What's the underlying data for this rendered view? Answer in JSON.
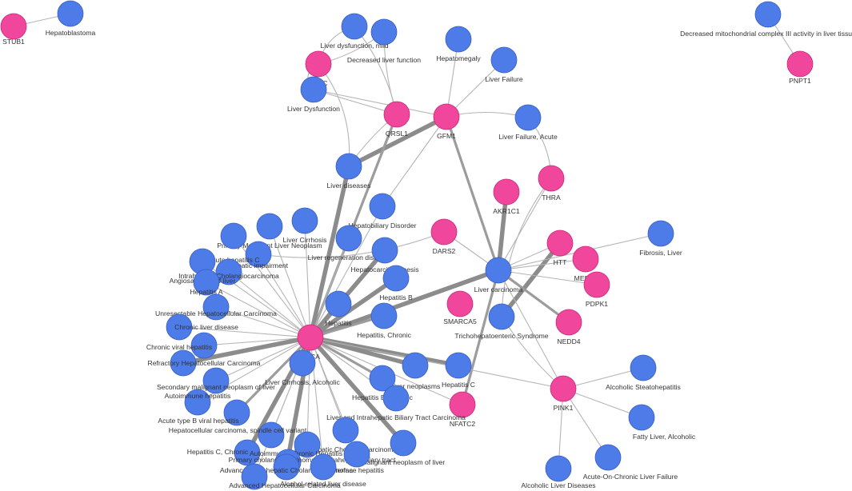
{
  "palette": {
    "gene": "#f0479c",
    "disease": "#4d7be8",
    "edge": "#b5b5b5"
  },
  "nodes": [
    {
      "id": "STUB1",
      "label": "STUB1",
      "type": "gene"
    },
    {
      "id": "Hepatoblastoma",
      "label": "Hepatoblastoma",
      "type": "disease"
    },
    {
      "id": "DecMito",
      "label": "Decreased mitochondrial complex III activity in liver tissue",
      "type": "disease"
    },
    {
      "id": "PNPT1",
      "label": "PNPT1",
      "type": "gene"
    },
    {
      "id": "LiverDysMild",
      "label": "Liver dysfunction, mild",
      "type": "disease"
    },
    {
      "id": "DecLiverFunc",
      "label": "Decreased liver function",
      "type": "disease"
    },
    {
      "id": "GATC",
      "label": "GATC",
      "type": "gene"
    },
    {
      "id": "LiverDys",
      "label": "Liver Dysfunction",
      "type": "disease"
    },
    {
      "id": "QRSL1",
      "label": "QRSL1",
      "type": "gene"
    },
    {
      "id": "GFM1",
      "label": "GFM1",
      "type": "gene"
    },
    {
      "id": "Hepatomegaly",
      "label": "Hepatomegaly",
      "type": "disease"
    },
    {
      "id": "LiverFailure",
      "label": "Liver Failure",
      "type": "disease"
    },
    {
      "id": "LiverFailureAcute",
      "label": "Liver Failure, Acute",
      "type": "disease"
    },
    {
      "id": "THRA",
      "label": "THRA",
      "type": "gene"
    },
    {
      "id": "AKR1C1",
      "label": "AKR1C1",
      "type": "gene"
    },
    {
      "id": "LiverDiseases",
      "label": "Liver diseases",
      "type": "disease"
    },
    {
      "id": "HepatobiliaryDisorder",
      "label": "Hepatobiliary Disorder",
      "type": "disease"
    },
    {
      "id": "DARS2",
      "label": "DARS2",
      "type": "gene"
    },
    {
      "id": "HTT",
      "label": "HTT",
      "type": "gene"
    },
    {
      "id": "MED23",
      "label": "MED23",
      "type": "gene"
    },
    {
      "id": "PDPK1",
      "label": "PDPK1",
      "type": "gene"
    },
    {
      "id": "FibrosisLiver",
      "label": "Fibrosis, Liver",
      "type": "disease"
    },
    {
      "id": "LiverCarcinoma",
      "label": "Liver carcinoma",
      "type": "disease"
    },
    {
      "id": "SMARCA5",
      "label": "SMARCA5",
      "type": "gene"
    },
    {
      "id": "TrichoSyndrome",
      "label": "Trichohepatoenteric Syndrome",
      "type": "disease"
    },
    {
      "id": "NEDD4",
      "label": "NEDD4",
      "type": "gene"
    },
    {
      "id": "LiverCirrhosis",
      "label": "Liver Cirrhosis",
      "type": "disease"
    },
    {
      "id": "PrimaryMalignant",
      "label": "Primary Malignant Liver Neoplasm",
      "type": "disease"
    },
    {
      "id": "HepaticImpairment",
      "label": "Hepatic impairment",
      "type": "disease"
    },
    {
      "id": "LiverRegen",
      "label": "Liver regeneration disorder",
      "type": "disease"
    },
    {
      "id": "AcuteHepC",
      "label": "Acute hepatitis C",
      "type": "disease"
    },
    {
      "id": "IntrahepaticCholangio",
      "label": "Intrahepatic Cholangiocarcinoma",
      "type": "disease"
    },
    {
      "id": "Hepatocarcinogenesis",
      "label": "Hepatocarcinogenesis",
      "type": "disease"
    },
    {
      "id": "Angiosarcoma",
      "label": "Angiosarcoma of liver",
      "type": "disease"
    },
    {
      "id": "HepatitisA",
      "label": "Hepatitis A",
      "type": "disease"
    },
    {
      "id": "HepatitisB",
      "label": "Hepatitis B",
      "type": "disease"
    },
    {
      "id": "UnresectableHCC",
      "label": "Unresectable Hepatocellular Carcinoma",
      "type": "disease"
    },
    {
      "id": "Hepatitis",
      "label": "Hepatitis",
      "type": "disease"
    },
    {
      "id": "HepatitisChronic",
      "label": "Hepatitis, Chronic",
      "type": "disease"
    },
    {
      "id": "ChronicLiverDisease",
      "label": "Chronic liver disease",
      "type": "disease"
    },
    {
      "id": "ChronicViralHep",
      "label": "Chronic viral hepatitis",
      "type": "disease"
    },
    {
      "id": "SNCA",
      "label": "SNCA",
      "type": "gene"
    },
    {
      "id": "RefractoryHCC",
      "label": "Refractory Hepatocellular Carcinoma",
      "type": "disease"
    },
    {
      "id": "SecondaryMalignant",
      "label": "Secondary malignant neoplasm of liver",
      "type": "disease"
    },
    {
      "id": "LiverCirrhosisAlc",
      "label": "Liver Cirrhosis, Alcoholic",
      "type": "disease"
    },
    {
      "id": "LiverNeoplasms",
      "label": "Liver neoplasms",
      "type": "disease"
    },
    {
      "id": "HepatitisC",
      "label": "Hepatitis C",
      "type": "disease"
    },
    {
      "id": "AutoimmuneHep",
      "label": "Autoimmune hepatitis",
      "type": "disease"
    },
    {
      "id": "HepatitisBChronic",
      "label": "Hepatitis B, Chronic",
      "type": "disease"
    },
    {
      "id": "NFATC2",
      "label": "NFATC2",
      "type": "gene"
    },
    {
      "id": "PINK1",
      "label": "PINK1",
      "type": "gene"
    },
    {
      "id": "AlcSteato",
      "label": "Alcoholic Steatohepatitis",
      "type": "disease"
    },
    {
      "id": "AcuteTypeB",
      "label": "Acute type B viral hepatitis",
      "type": "disease"
    },
    {
      "id": "HCCSpindle",
      "label": "Hepatocellular carcinoma, spindle cell variant",
      "type": "disease"
    },
    {
      "id": "LiverIntrahepaticBiliary",
      "label": "Liver and Intrahepatic Biliary Tract Carcinoma",
      "type": "disease"
    },
    {
      "id": "FattyLiverAlc",
      "label": "Fatty Liver, Alcoholic",
      "type": "disease"
    },
    {
      "id": "HepatitisCChronic",
      "label": "Hepatitis C, Chronic",
      "type": "disease"
    },
    {
      "id": "ExtrahepaticCholangio",
      "label": "Extrahepatic Cholangiocarcinoma",
      "type": "disease"
    },
    {
      "id": "AutoimmuneChronicHep",
      "label": "Autoimmune Chronic Hepatitis",
      "type": "disease"
    },
    {
      "id": "PrimaryCholangioIntra",
      "label": "Primary cholangiocarcinoma of intrahepatic biliary tract",
      "type": "disease"
    },
    {
      "id": "MalignantNeoplasmLiver",
      "label": "Malignant neoplasm of liver",
      "type": "disease"
    },
    {
      "id": "InterfaceHep",
      "label": "Interface hepatitis",
      "type": "disease"
    },
    {
      "id": "AdvIntraCholangio",
      "label": "Advanced Intrahepatic Cholangiocarcinoma",
      "type": "disease"
    },
    {
      "id": "AlcoholRelatedLiver",
      "label": "Alcohol-related liver disease",
      "type": "disease"
    },
    {
      "id": "AdvHCC",
      "label": "Advanced Hepatocellular Carcinoma",
      "type": "disease"
    },
    {
      "id": "AcuteOnChronic",
      "label": "Acute-On-Chronic Liver Failure",
      "type": "disease"
    },
    {
      "id": "AlcLiverDiseases",
      "label": "Alcoholic Liver Diseases",
      "type": "disease"
    }
  ],
  "edges": [
    {
      "s": "STUB1",
      "t": "Hepatoblastoma",
      "w": 1
    },
    {
      "s": "DecMito",
      "t": "PNPT1",
      "w": 1
    },
    {
      "s": "GATC",
      "t": "LiverDysMild",
      "w": 1
    },
    {
      "s": "GATC",
      "t": "DecLiverFunc",
      "w": 1
    },
    {
      "s": "GATC",
      "t": "LiverDys",
      "w": 1
    },
    {
      "s": "GATC",
      "t": "LiverDiseases",
      "w": 1
    },
    {
      "s": "QRSL1",
      "t": "LiverDysMild",
      "w": 1
    },
    {
      "s": "QRSL1",
      "t": "DecLiverFunc",
      "w": 1
    },
    {
      "s": "QRSL1",
      "t": "LiverDys",
      "w": 1
    },
    {
      "s": "QRSL1",
      "t": "LiverDiseases",
      "w": 1
    },
    {
      "s": "GFM1",
      "t": "LiverDys",
      "w": 1
    },
    {
      "s": "GFM1",
      "t": "Hepatomegaly",
      "w": 1
    },
    {
      "s": "GFM1",
      "t": "LiverFailure",
      "w": 1
    },
    {
      "s": "GFM1",
      "t": "LiverFailureAcute",
      "w": 1
    },
    {
      "s": "GFM1",
      "t": "LiverDiseases",
      "w": 3
    },
    {
      "s": "GFM1",
      "t": "LiverCarcinoma",
      "w": 2
    },
    {
      "s": "GFM1",
      "t": "HepatobiliaryDisorder",
      "w": 1
    },
    {
      "s": "QRSL1",
      "t": "SNCA",
      "w": 2
    },
    {
      "s": "THRA",
      "t": "LiverFailureAcute",
      "w": 1
    },
    {
      "s": "THRA",
      "t": "TrichoSyndrome",
      "w": 1
    },
    {
      "s": "THRA",
      "t": "LiverCarcinoma",
      "w": 1
    },
    {
      "s": "AKR1C1",
      "t": "LiverCarcinoma",
      "w": 3
    },
    {
      "s": "HTT",
      "t": "LiverCarcinoma",
      "w": 1
    },
    {
      "s": "HTT",
      "t": "TrichoSyndrome",
      "w": 3
    },
    {
      "s": "MED23",
      "t": "LiverCarcinoma",
      "w": 1
    },
    {
      "s": "PDPK1",
      "t": "LiverCarcinoma",
      "w": 1
    },
    {
      "s": "NEDD4",
      "t": "LiverCarcinoma",
      "w": 2
    },
    {
      "s": "FibrosisLiver",
      "t": "LiverCarcinoma",
      "w": 1
    },
    {
      "s": "DARS2",
      "t": "LiverCarcinoma",
      "w": 1
    },
    {
      "s": "DARS2",
      "t": "HepaticImpairment",
      "w": 1
    },
    {
      "s": "NFATC2",
      "t": "LiverCarcinoma",
      "w": 2
    },
    {
      "s": "PINK1",
      "t": "LiverCarcinoma",
      "w": 1
    },
    {
      "s": "PINK1",
      "t": "TrichoSyndrome",
      "w": 1
    },
    {
      "s": "PINK1",
      "t": "AlcSteato",
      "w": 1
    },
    {
      "s": "PINK1",
      "t": "FattyLiverAlc",
      "w": 1
    },
    {
      "s": "PINK1",
      "t": "AcuteOnChronic",
      "w": 1
    },
    {
      "s": "PINK1",
      "t": "AlcLiverDiseases",
      "w": 1
    },
    {
      "s": "SNCA",
      "t": "LiverDiseases",
      "w": 3
    },
    {
      "s": "SNCA",
      "t": "LiverCarcinoma",
      "w": 3
    },
    {
      "s": "SNCA",
      "t": "HepatobiliaryDisorder",
      "w": 1
    },
    {
      "s": "SNCA",
      "t": "LiverCirrhosis",
      "w": 1
    },
    {
      "s": "SNCA",
      "t": "PrimaryMalignant",
      "w": 1
    },
    {
      "s": "SNCA",
      "t": "HepaticImpairment",
      "w": 1
    },
    {
      "s": "SNCA",
      "t": "LiverRegen",
      "w": 1
    },
    {
      "s": "SNCA",
      "t": "AcuteHepC",
      "w": 1
    },
    {
      "s": "SNCA",
      "t": "IntrahepaticCholangio",
      "w": 1
    },
    {
      "s": "SNCA",
      "t": "Hepatocarcinogenesis",
      "w": 3
    },
    {
      "s": "SNCA",
      "t": "Angiosarcoma",
      "w": 1
    },
    {
      "s": "SNCA",
      "t": "HepatitisA",
      "w": 1
    },
    {
      "s": "SNCA",
      "t": "HepatitisB",
      "w": 3
    },
    {
      "s": "SNCA",
      "t": "UnresectableHCC",
      "w": 1
    },
    {
      "s": "SNCA",
      "t": "Hepatitis",
      "w": 3
    },
    {
      "s": "SNCA",
      "t": "HepatitisChronic",
      "w": 2
    },
    {
      "s": "SNCA",
      "t": "ChronicLiverDisease",
      "w": 1
    },
    {
      "s": "SNCA",
      "t": "ChronicViralHep",
      "w": 1
    },
    {
      "s": "SNCA",
      "t": "RefractoryHCC",
      "w": 3
    },
    {
      "s": "SNCA",
      "t": "SecondaryMalignant",
      "w": 1
    },
    {
      "s": "SNCA",
      "t": "LiverCirrhosisAlc",
      "w": 1
    },
    {
      "s": "SNCA",
      "t": "LiverNeoplasms",
      "w": 3
    },
    {
      "s": "SNCA",
      "t": "HepatitisC",
      "w": 3
    },
    {
      "s": "SNCA",
      "t": "AutoimmuneHep",
      "w": 1
    },
    {
      "s": "SNCA",
      "t": "HepatitisBChronic",
      "w": 2
    },
    {
      "s": "SNCA",
      "t": "NFATC2",
      "w": 1
    },
    {
      "s": "SNCA",
      "t": "AcuteTypeB",
      "w": 2
    },
    {
      "s": "SNCA",
      "t": "HCCSpindle",
      "w": 1
    },
    {
      "s": "SNCA",
      "t": "LiverIntrahepaticBiliary",
      "w": 1
    },
    {
      "s": "SNCA",
      "t": "HepatitisCChronic",
      "w": 3
    },
    {
      "s": "SNCA",
      "t": "ExtrahepaticCholangio",
      "w": 1
    },
    {
      "s": "SNCA",
      "t": "AutoimmuneChronicHep",
      "w": 1
    },
    {
      "s": "SNCA",
      "t": "PrimaryCholangioIntra",
      "w": 1
    },
    {
      "s": "SNCA",
      "t": "MalignantNeoplasmLiver",
      "w": 3
    },
    {
      "s": "SNCA",
      "t": "InterfaceHep",
      "w": 1
    },
    {
      "s": "SNCA",
      "t": "AdvIntraCholangio",
      "w": 3
    },
    {
      "s": "SNCA",
      "t": "AlcoholRelatedLiver",
      "w": 1
    },
    {
      "s": "SNCA",
      "t": "AdvHCC",
      "w": 1
    },
    {
      "s": "SNCA",
      "t": "PINK1",
      "w": 1
    }
  ]
}
